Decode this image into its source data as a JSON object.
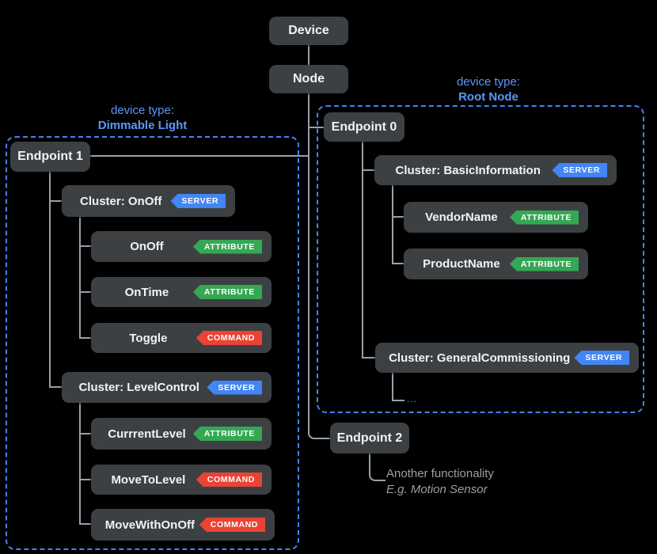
{
  "palette": {
    "background": "#000000",
    "box_fill": "#3c4043",
    "box_text": "#f1f3f4",
    "connector": "#9aa0a6",
    "accent_blue": "#4285f4",
    "badge_server": "#4285f4",
    "badge_attribute": "#34a853",
    "badge_command": "#ea4335",
    "muted_text": "#9aa0a6"
  },
  "root": {
    "device_label": "Device",
    "node_label": "Node"
  },
  "left_group": {
    "heading_prefix": "device type:",
    "heading_name": "Dimmable Light",
    "endpoint_label": "Endpoint 1",
    "clusters": [
      {
        "label": "Cluster: OnOff",
        "badge": "SERVER",
        "children": [
          {
            "label": "OnOff",
            "badge": "ATTRIBUTE"
          },
          {
            "label": "OnTime",
            "badge": "ATTRIBUTE"
          },
          {
            "label": "Toggle",
            "badge": "COMMAND"
          }
        ]
      },
      {
        "label": "Cluster: LevelControl",
        "badge": "SERVER",
        "children": [
          {
            "label": "CurrrentLevel",
            "badge": "ATTRIBUTE"
          },
          {
            "label": "MoveToLevel",
            "badge": "COMMAND"
          },
          {
            "label": "MoveWithOnOff",
            "badge": "COMMAND"
          }
        ]
      }
    ]
  },
  "right_group": {
    "heading_prefix": "device type:",
    "heading_name": "Root Node",
    "endpoint_label": "Endpoint 0",
    "clusters": [
      {
        "label": "Cluster: BasicInformation",
        "badge": "SERVER",
        "children": [
          {
            "label": "VendorName",
            "badge": "ATTRIBUTE"
          },
          {
            "label": "ProductName",
            "badge": "ATTRIBUTE"
          }
        ]
      },
      {
        "label": "Cluster: GeneralCommissioning",
        "badge": "SERVER",
        "ellipsis": "..."
      }
    ]
  },
  "endpoint2": {
    "label": "Endpoint 2",
    "note_line1": "Another functionality",
    "note_line2": "E.g. Motion Sensor"
  }
}
